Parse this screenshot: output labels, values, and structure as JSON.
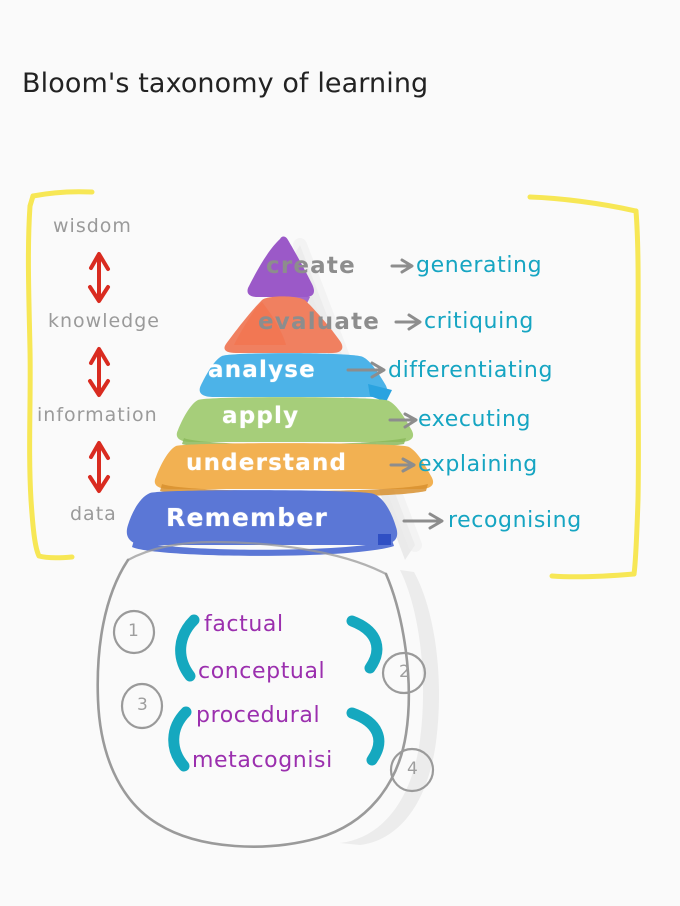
{
  "page": {
    "title": "Bloom's taxonomy of learning",
    "background_color": "#fafafa",
    "title_color": "#222222"
  },
  "frame": {
    "bracket_color": "#f7e755",
    "name": "yellow-bracket-frame"
  },
  "hierarchy": {
    "label": "DIKW ladder",
    "arrow_color": "#d92b20",
    "text_color": "#9a9a9a",
    "items": [
      {
        "label": "wisdom"
      },
      {
        "label": "knowledge"
      },
      {
        "label": "information"
      },
      {
        "label": "data"
      }
    ]
  },
  "pyramid": {
    "name": "blooms-pyramid",
    "tiers": [
      {
        "label": "create",
        "verb": "generating",
        "color": "#9b59c8",
        "label_color": "#ffffff"
      },
      {
        "label": "evaluate",
        "verb": "critiquing",
        "color": "#f08060",
        "label_color": "#ffffff"
      },
      {
        "label": "analyse",
        "verb": "differentiating",
        "color": "#4cb3e8",
        "label_color": "#ffffff"
      },
      {
        "label": "apply",
        "verb": "executing",
        "color": "#a6ce7a",
        "label_color": "#ffffff"
      },
      {
        "label": "understand",
        "verb": "explaining",
        "color": "#f2b152",
        "label_color": "#ffffff"
      },
      {
        "label": "remember",
        "verb": "recognising",
        "display_label": "Remember",
        "color": "#5b77d6",
        "label_color": "#ffffff"
      }
    ],
    "verb_color": "#16a5c2",
    "arrow_color": "#8d8d8d"
  },
  "knowledge_dimensions": {
    "name": "knowledge-dimensions-circle",
    "outline_color": "#9a9a9a",
    "text_color": "#9b2fae",
    "bracket_color": "#15a8bf",
    "items": [
      {
        "number": "1",
        "label": "factual"
      },
      {
        "number": "2",
        "label": "conceptual"
      },
      {
        "number": "3",
        "label": "procedural"
      },
      {
        "number": "4",
        "label": "metacognisi"
      }
    ]
  }
}
